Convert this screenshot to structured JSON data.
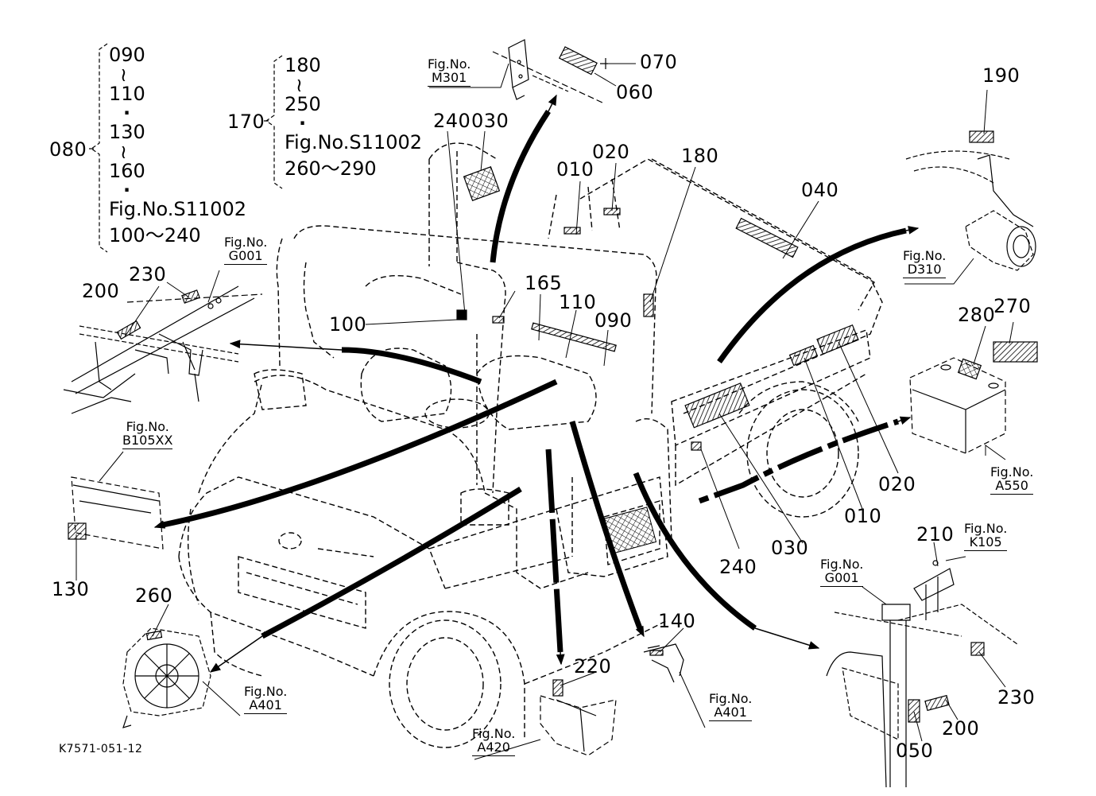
{
  "drawing_code": "K7571-051-12",
  "callouts": {
    "c010a": "010",
    "c020a": "020",
    "c030a": "030",
    "c040": "040",
    "c060": "060",
    "c070": "070",
    "c080": "080",
    "c090": "090",
    "c100": "100",
    "c110": "110",
    "c130": "130",
    "c140": "140",
    "c165": "165",
    "c170": "170",
    "c180": "180",
    "c190": "190",
    "c200a": "200",
    "c200b": "200",
    "c210": "210",
    "c220": "220",
    "c230a": "230",
    "c230b": "230",
    "c240a": "240",
    "c240b": "240",
    "c260": "260",
    "c270": "270",
    "c280": "280",
    "c010b": "010",
    "c020b": "020",
    "c030b": "030",
    "c050": "050"
  },
  "ranges": {
    "left": [
      "090",
      "≀",
      "110",
      "·",
      "130",
      "≀",
      "160",
      "·",
      "Fig.No.S11002",
      "100～240"
    ],
    "right": [
      "180",
      "≀",
      "250",
      "·",
      "Fig.No.S11002",
      "260～290"
    ]
  },
  "fig_refs": {
    "fig_label": "Fig.No.",
    "m301": "M301",
    "g001_top": "G001",
    "d310": "D310",
    "b105xx": "B105XX",
    "a550": "A550",
    "k105": "K105",
    "g001_bottom": "G001",
    "a401_left": "A401",
    "a401_right": "A401",
    "a420": "A420"
  }
}
